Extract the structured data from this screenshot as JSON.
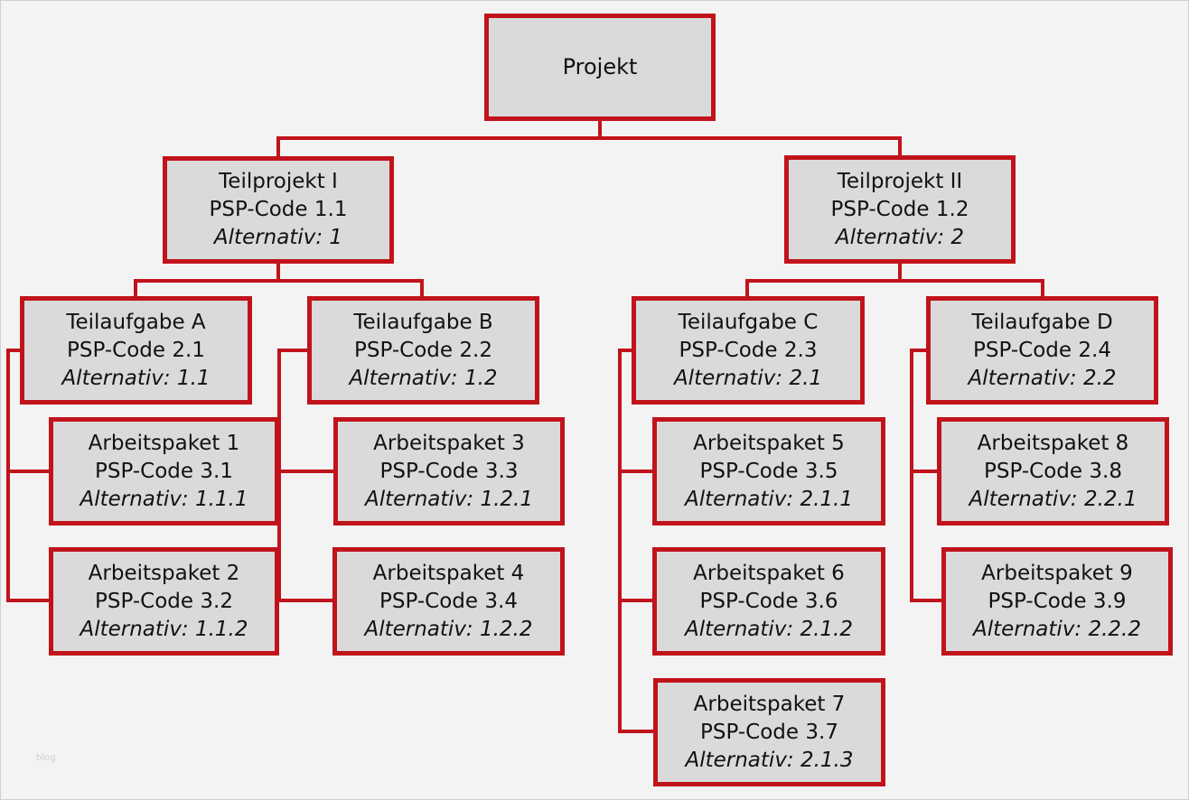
{
  "colors": {
    "line": "#c1131b",
    "box_border": "#c1131b",
    "box_fill": "#dadada",
    "background": "#f3f3f3"
  },
  "root": {
    "title": "Projekt"
  },
  "teilprojekte": [
    {
      "title": "Teilprojekt I",
      "code": "PSP-Code 1.1",
      "alt": "Alternativ: 1"
    },
    {
      "title": "Teilprojekt II",
      "code": "PSP-Code 1.2",
      "alt": "Alternativ: 2"
    }
  ],
  "teilaufgaben": [
    {
      "title": "Teilaufgabe A",
      "code": "PSP-Code 2.1",
      "alt": "Alternativ: 1.1"
    },
    {
      "title": "Teilaufgabe B",
      "code": "PSP-Code 2.2",
      "alt": "Alternativ: 1.2"
    },
    {
      "title": "Teilaufgabe C",
      "code": "PSP-Code 2.3",
      "alt": "Alternativ: 2.1"
    },
    {
      "title": "Teilaufgabe D",
      "code": "PSP-Code 2.4",
      "alt": "Alternativ: 2.2"
    }
  ],
  "arbeitspakete": [
    {
      "title": "Arbeitspaket 1",
      "code": "PSP-Code 3.1",
      "alt": "Alternativ: 1.1.1"
    },
    {
      "title": "Arbeitspaket 2",
      "code": "PSP-Code 3.2",
      "alt": "Alternativ: 1.1.2"
    },
    {
      "title": "Arbeitspaket 3",
      "code": "PSP-Code 3.3",
      "alt": "Alternativ: 1.2.1"
    },
    {
      "title": "Arbeitspaket 4",
      "code": "PSP-Code 3.4",
      "alt": "Alternativ: 1.2.2"
    },
    {
      "title": "Arbeitspaket 5",
      "code": "PSP-Code 3.5",
      "alt": "Alternativ: 2.1.1"
    },
    {
      "title": "Arbeitspaket 6",
      "code": "PSP-Code 3.6",
      "alt": "Alternativ: 2.1.2"
    },
    {
      "title": "Arbeitspaket 7",
      "code": "PSP-Code 3.7",
      "alt": "Alternativ: 2.1.3"
    },
    {
      "title": "Arbeitspaket 8",
      "code": "PSP-Code 3.8",
      "alt": "Alternativ: 2.2.1"
    },
    {
      "title": "Arbeitspaket 9",
      "code": "PSP-Code 3.9",
      "alt": "Alternativ: 2.2.2"
    }
  ],
  "watermark": "blog"
}
